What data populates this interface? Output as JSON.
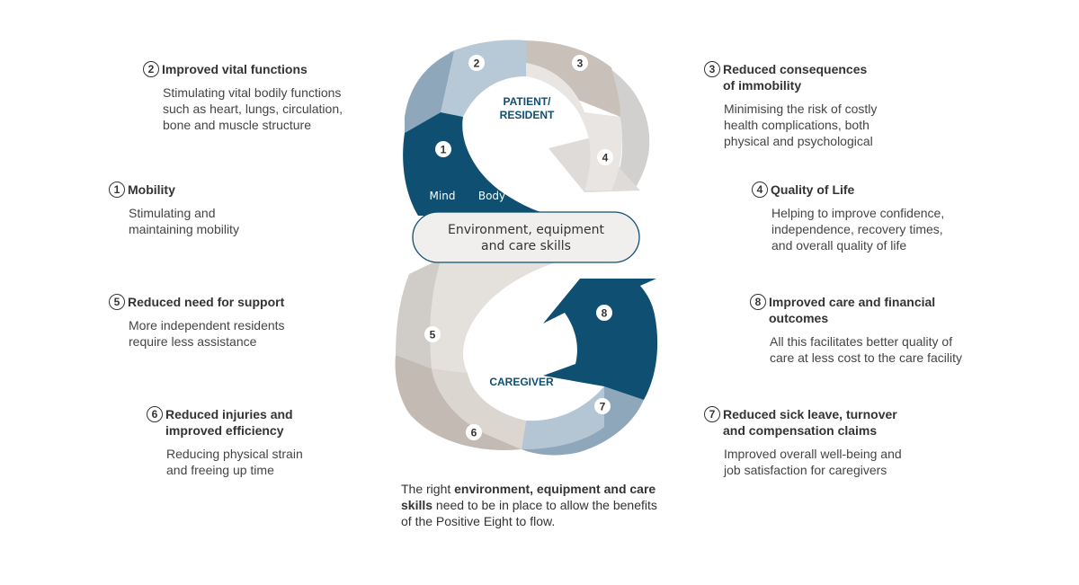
{
  "colors": {
    "dark_blue": "#0f4f71",
    "mid_blue": "#8fa7ba",
    "light_blue": "#b7c9d6",
    "beige": "#c8bfb8",
    "light_beige": "#e4e0dc",
    "grey": "#d2d0ce",
    "text": "#333333"
  },
  "diagram": {
    "top_label_line1": "PATIENT/",
    "top_label_line2": "RESIDENT",
    "bottom_label": "CAREGIVER",
    "mind_label": "Mind",
    "body_label": "Body",
    "center_pill_line1": "Environment, equipment",
    "center_pill_line2": "and care skills",
    "badges": [
      "1",
      "2",
      "3",
      "4",
      "5",
      "6",
      "7",
      "8"
    ]
  },
  "items": [
    {
      "num": "2",
      "title": "Improved vital functions",
      "desc": "Stimulating vital bodily functions\nsuch as heart, lungs, circulation,\nbone and muscle structure"
    },
    {
      "num": "1",
      "title": "Mobility",
      "desc": "Stimulating and\nmaintaining mobility"
    },
    {
      "num": "5",
      "title": "Reduced need for support",
      "desc": "More independent residents\nrequire less assistance"
    },
    {
      "num": "6",
      "title": "Reduced injuries and\nimproved efficiency",
      "desc": "Reducing physical strain\nand freeing up time"
    },
    {
      "num": "3",
      "title": "Reduced consequences\nof immobility",
      "desc": "Minimising the risk of costly\nhealth complications, both\nphysical and psychological"
    },
    {
      "num": "4",
      "title": "Quality of Life",
      "desc": "Helping to improve confidence,\nindependence, recovery times,\nand overall quality of life"
    },
    {
      "num": "8",
      "title": "Improved care and financial\noutcomes",
      "desc": "All this facilitates better quality of\ncare at less cost to the care facility"
    },
    {
      "num": "7",
      "title": "Reduced sick leave, turnover\nand compensation claims",
      "desc": "Improved overall well-being and\njob satisfaction for caregivers"
    }
  ],
  "caption": {
    "part1": "The right ",
    "bold": "environment, equipment and care skills",
    "part2": " need to be in place to allow the benefits of the Positive Eight to flow."
  }
}
